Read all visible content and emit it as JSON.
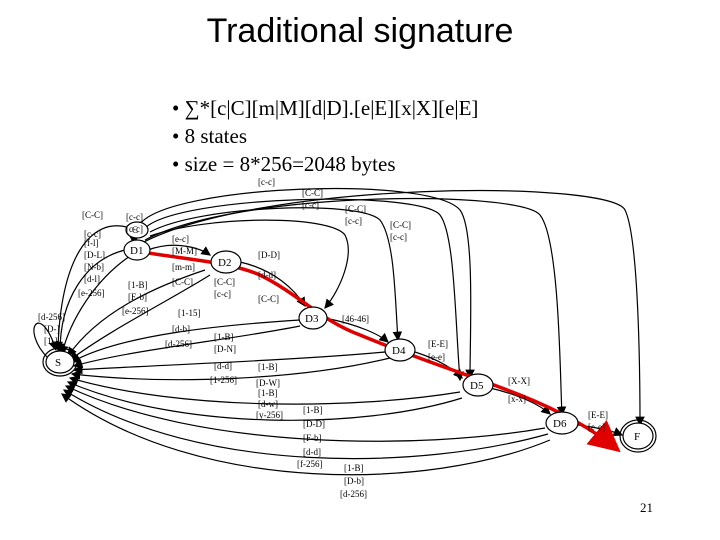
{
  "title": "Traditional signature",
  "bullets": [
    "• ∑*[c|C][m|M][d|D].[e|E][x|X][e|E]",
    "• 8 states",
    "• size = 8*256=2048 bytes"
  ],
  "page_number": "21",
  "diagram": {
    "states": [
      "S",
      "C",
      "D1",
      "D2",
      "D3",
      "D4",
      "D5",
      "D6",
      "F"
    ],
    "transition_labels": [
      "[c-c]",
      "[C-C]",
      "[c-c]",
      "[C-C]",
      "[c-c]",
      "[C-C]",
      "[c-c]",
      "[C-C]",
      "[c-c]",
      "[c-c]",
      "[c-c]",
      "[f-l]",
      "[D-L]",
      "[N-b]",
      "[d-l]",
      "[e-256]",
      "[e-c]",
      "[M-M]",
      "[m-m]",
      "[C-C]",
      "[D-D]",
      "[d-d]",
      "[1-B]",
      "[E-b]",
      "[e-256]",
      "[C-C]",
      "[c-c]",
      "[C-C]",
      "[46-46]",
      "[1-15]",
      "[d-b]",
      "[d-256]",
      "[d-256]",
      "[D-]",
      "[1-]",
      "[1-B]",
      "[D-N]",
      "[d-d]",
      "[1-B]",
      "[1-256]",
      "[D-W]",
      "[1-B]",
      "[d-w]",
      "[y-256]",
      "[1-B]",
      "[D-D]",
      "[F-b]",
      "[d-d]",
      "[f-256]",
      "[1-B]",
      "[D-b]",
      "[d-256]",
      "[E-E]",
      "[e-e]",
      "[X-X]",
      "[x-x]",
      "[E-E]",
      "[e-e]"
    ]
  },
  "colors": {
    "highlight_path": "#e00000",
    "edges": "#000000"
  }
}
